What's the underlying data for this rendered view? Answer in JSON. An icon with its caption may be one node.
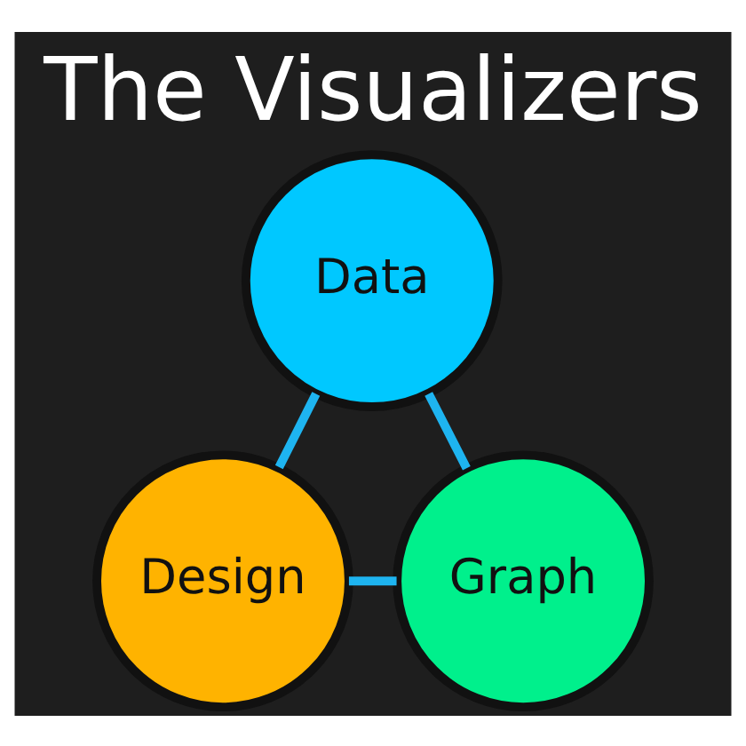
{
  "diagram": {
    "title": "The Visualizers",
    "nodes": [
      {
        "text": [
          "Data"
        ]
      },
      {
        "text": [
          "Design"
        ]
      },
      {
        "text": [
          "Graph"
        ]
      }
    ],
    "edges": [
      {
        "from": 0,
        "to": 1,
        "arrow": "none"
      },
      {
        "from": 0,
        "to": 2,
        "arrow": "none"
      },
      {
        "from": 1,
        "to": 2,
        "arrow": "none"
      }
    ]
  }
}
